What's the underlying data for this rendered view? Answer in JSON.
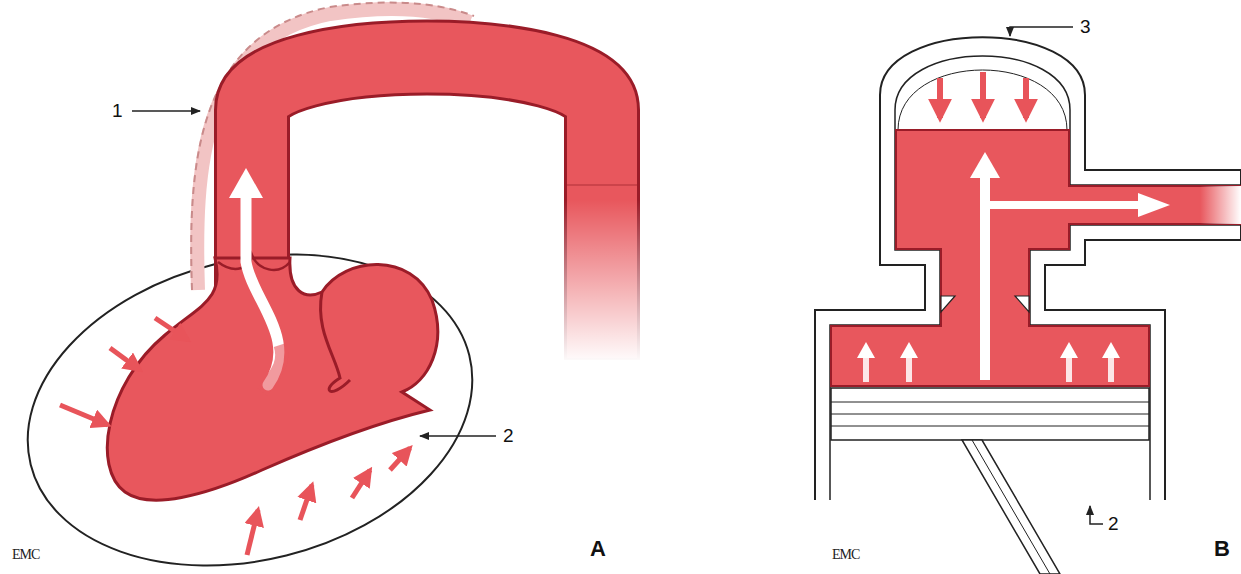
{
  "diagram": {
    "labels": [
      "1",
      "2",
      "EMC",
      "A",
      "3",
      "2",
      "EMC",
      "B"
    ]
  }
}
